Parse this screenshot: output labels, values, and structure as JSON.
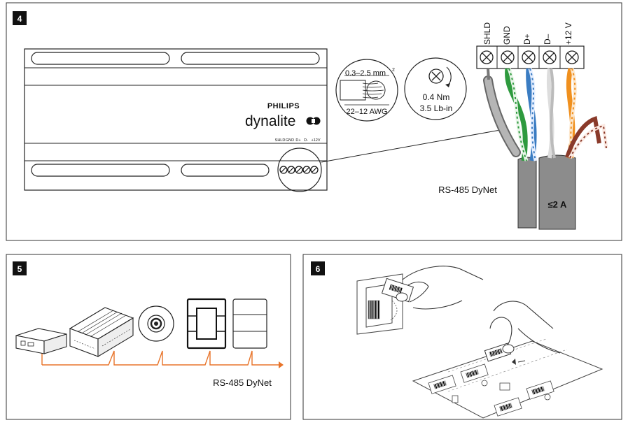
{
  "panel4": {
    "step": "4",
    "brand": "PHILIPS",
    "product": "dynalite",
    "term_labels": [
      "SHLD",
      "GND",
      "D+",
      "D-",
      "+12V"
    ],
    "terminal_labels": [
      "SHLD",
      "GND",
      "D+",
      "D–",
      "+12 V"
    ],
    "wire_gauge_mm": "0.3–2.5 mm",
    "wire_gauge_sup": "2",
    "wire_gauge_awg": "22–12 AWG",
    "torque_nm": "0.4 Nm",
    "torque_lbin": "3.5 Lb-in",
    "bus_label": "RS-485 DyNet",
    "current_label": "≤2 A",
    "colors": {
      "green": "#2e9a3e",
      "blue": "#3a7cc2",
      "orange": "#f0901e",
      "brown": "#8a3a2a",
      "cable": "#8c8c8c"
    }
  },
  "panel5": {
    "step": "5",
    "bus_label": "RS-485 DyNet",
    "line_color": "#e8742a"
  },
  "panel6": {
    "step": "6"
  }
}
